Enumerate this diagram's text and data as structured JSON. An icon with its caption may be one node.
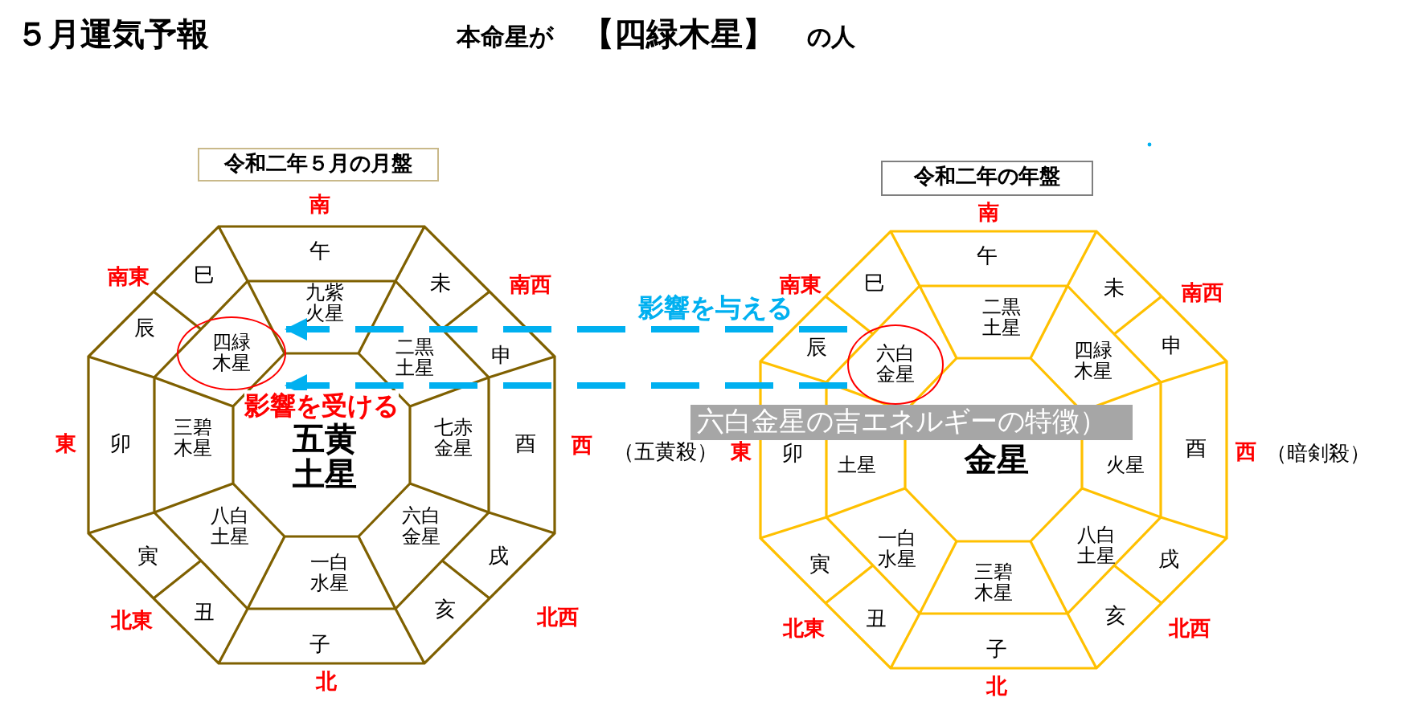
{
  "diagram": {
    "title": "５月運気予報",
    "nodes": [
      {
        "text": [
          "令和二年５月の月盤"
        ]
      },
      {
        "text": [
          "四緑木星"
        ]
      },
      {
        "text": [
          "令和二年の年盤"
        ]
      },
      {
        "text": [
          "六白金星"
        ]
      }
    ],
    "edges": [
      {
        "from": 3,
        "to": 1,
        "arrow": "to",
        "style": "dashed",
        "label": "影響を与える"
      },
      {
        "from": 3,
        "to": 1,
        "arrow": "to",
        "style": "dashed",
        "label": "影響を受ける"
      }
    ],
    "labels": [
      "本命星が",
      "【四緑木星】",
      "の人",
      "南",
      "午",
      "南東",
      "巳",
      "未",
      "南西",
      "九紫火星",
      "辰",
      "二黒土星",
      "申",
      "東",
      "卯",
      "三碧木星",
      "五黄土星",
      "七赤金星",
      "酉",
      "西",
      "八白土星",
      "六白金星",
      "寅",
      "戌",
      "一白水星",
      "丑",
      "亥",
      "北東",
      "北西",
      "子",
      "北",
      "南",
      "午",
      "南東",
      "巳",
      "未",
      "南西",
      "二黒土星",
      "辰",
      "四緑木星",
      "申",
      "六白金星の吉エネルギーの特徴）",
      "（五黄殺）",
      "東",
      "卯",
      "土星",
      "金星",
      "火星",
      "酉",
      "西",
      "（暗剣殺）",
      "一白水星",
      "八白土星",
      "寅",
      "戌",
      "三碧木星",
      "丑",
      "亥",
      "北東",
      "北西",
      "子",
      "北"
    ]
  }
}
